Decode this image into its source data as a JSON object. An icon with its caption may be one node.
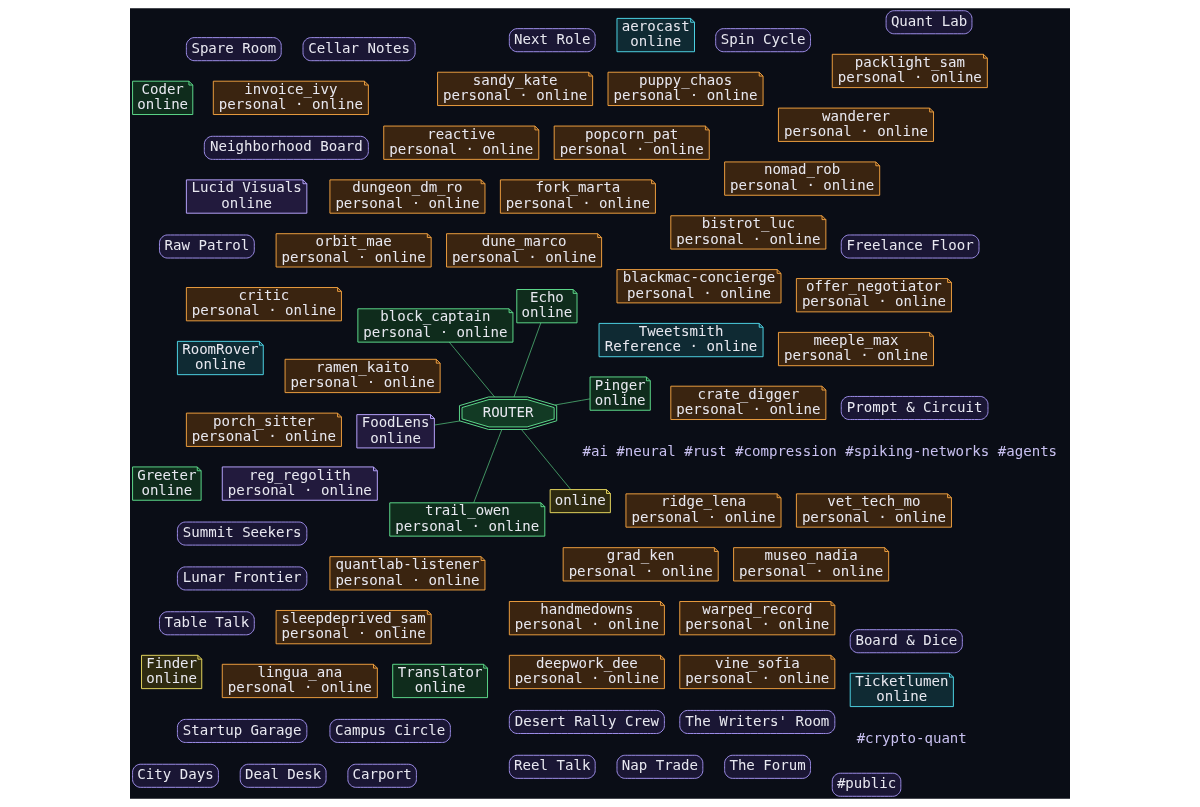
{
  "diagram": {
    "nodes": [
      {
        "text": [
          "FoodLens",
          "online"
        ]
      },
      {
        "text": [
          "ridge_lena",
          "personal · online"
        ]
      },
      {
        "text": [
          "RoomRover",
          "online"
        ]
      },
      {
        "text": [
          "dune_marco",
          "personal · online"
        ]
      },
      {
        "text": [
          "Finder",
          "online"
        ]
      },
      {
        "text": [
          "crate_digger",
          "personal · online"
        ]
      },
      {
        "text": [
          "bistrot_luc",
          "personal · online"
        ]
      },
      {
        "text": [
          "grad_ken",
          "personal · online"
        ]
      },
      {
        "text": [
          "quantlab-listener",
          "personal · online"
        ]
      },
      {
        "text": [
          "fork_marta",
          "personal · online"
        ]
      },
      {
        "text": [
          "dungeon_dm_ro",
          "personal · online"
        ]
      },
      {
        "text": [
          "nomad_rob",
          "personal · online"
        ]
      },
      {
        "text": [
          "handmedowns",
          "personal · online"
        ]
      },
      {
        "text": [
          "warped_record",
          "personal · online"
        ]
      },
      {
        "text": [
          "ROUTER"
        ]
      },
      {
        "text": [
          "aerocast",
          "online"
        ]
      },
      {
        "text": [
          "museo_nadia",
          "personal · online"
        ]
      },
      {
        "text": [
          "online"
        ]
      },
      {
        "text": [
          "Tweetsmith",
          "Reference · online"
        ]
      },
      {
        "text": [
          "ramen_kaito",
          "personal · online"
        ]
      },
      {
        "text": [
          "orbit_mae",
          "personal · online"
        ]
      },
      {
        "text": [
          "sleepdeprived_sam",
          "personal · online"
        ]
      },
      {
        "text": [
          "popcorn_pat",
          "personal · online"
        ]
      },
      {
        "text": [
          "reactive",
          "personal · online"
        ]
      },
      {
        "text": [
          "Echo",
          "online"
        ]
      },
      {
        "text": [
          "meeple_max",
          "personal · online"
        ]
      },
      {
        "text": [
          "wanderer",
          "personal · online"
        ]
      },
      {
        "text": [
          "blackmac-concierge",
          "personal · online"
        ]
      },
      {
        "text": [
          "deepwork_dee",
          "personal · online"
        ]
      },
      {
        "text": [
          "Translator",
          "online"
        ]
      },
      {
        "text": [
          "vine_sofia",
          "personal · online"
        ]
      },
      {
        "text": [
          "Pinger",
          "online"
        ]
      },
      {
        "text": [
          "vet_tech_mo",
          "personal · online"
        ]
      },
      {
        "text": [
          "Ticketlumen",
          "online"
        ]
      },
      {
        "text": [
          "offer_negotiator",
          "personal · online"
        ]
      },
      {
        "text": [
          "block_captain",
          "personal · online"
        ]
      },
      {
        "text": [
          "Coder",
          "online"
        ]
      },
      {
        "text": [
          "reg_regolith",
          "personal · online"
        ]
      },
      {
        "text": [
          "lingua_ana",
          "personal · online"
        ]
      },
      {
        "text": [
          "invoice_ivy",
          "personal · online"
        ]
      },
      {
        "text": [
          "Lucid Visuals",
          "online"
        ]
      },
      {
        "text": [
          "puppy_chaos",
          "personal · online"
        ]
      },
      {
        "text": [
          "sandy_kate",
          "personal · online"
        ]
      },
      {
        "text": [
          "packlight_sam",
          "personal · online"
        ]
      },
      {
        "text": [
          "critic",
          "personal · online"
        ]
      },
      {
        "text": [
          "trail_owen",
          "personal · online"
        ]
      },
      {
        "text": [
          "Greeter",
          "online"
        ]
      },
      {
        "text": [
          "porch_sitter",
          "personal · online"
        ]
      },
      {
        "text": [
          "Board & Dice"
        ]
      },
      {
        "text": [
          "Carport"
        ]
      },
      {
        "text": [
          "Prompt & Circuit"
        ]
      },
      {
        "text": [
          "Spare Room"
        ]
      },
      {
        "text": [
          "Neighborhood Board"
        ]
      },
      {
        "text": [
          "Desert Rally Crew"
        ]
      },
      {
        "text": [
          "Summit Seekers"
        ]
      },
      {
        "text": [
          "Next Role"
        ]
      },
      {
        "text": [
          "Freelance Floor"
        ]
      },
      {
        "text": [
          "Lunar Frontier"
        ]
      },
      {
        "text": [
          "Raw Patrol"
        ]
      },
      {
        "text": [
          "#public"
        ]
      },
      {
        "text": [
          "Reel Talk"
        ]
      },
      {
        "text": [
          "Nap Trade"
        ]
      },
      {
        "text": [
          "Startup Garage"
        ]
      },
      {
        "text": [
          "Table Talk"
        ]
      },
      {
        "text": [
          "Campus Circle"
        ]
      },
      {
        "text": [
          "The Forum"
        ]
      },
      {
        "text": [
          "Spin Cycle"
        ]
      },
      {
        "text": [
          "Quant Lab"
        ]
      },
      {
        "text": [
          "Cellar Notes"
        ]
      },
      {
        "text": [
          "City Days"
        ]
      },
      {
        "text": [
          "The Writers' Room"
        ]
      },
      {
        "text": [
          "Deal Desk"
        ]
      }
    ],
    "edges": [
      {
        "from": 0,
        "to": 14,
        "arrow": "none"
      },
      {
        "from": 17,
        "to": 14,
        "arrow": "none"
      },
      {
        "from": 24,
        "to": 14,
        "arrow": "none"
      },
      {
        "from": 35,
        "to": 14,
        "arrow": "none"
      },
      {
        "from": 31,
        "to": 14,
        "arrow": "none"
      },
      {
        "from": 45,
        "to": 14,
        "arrow": "none"
      }
    ],
    "labels": [
      "#ai #neural #rust #compression #spiking-networks #agents",
      "#crypto-quant"
    ]
  }
}
